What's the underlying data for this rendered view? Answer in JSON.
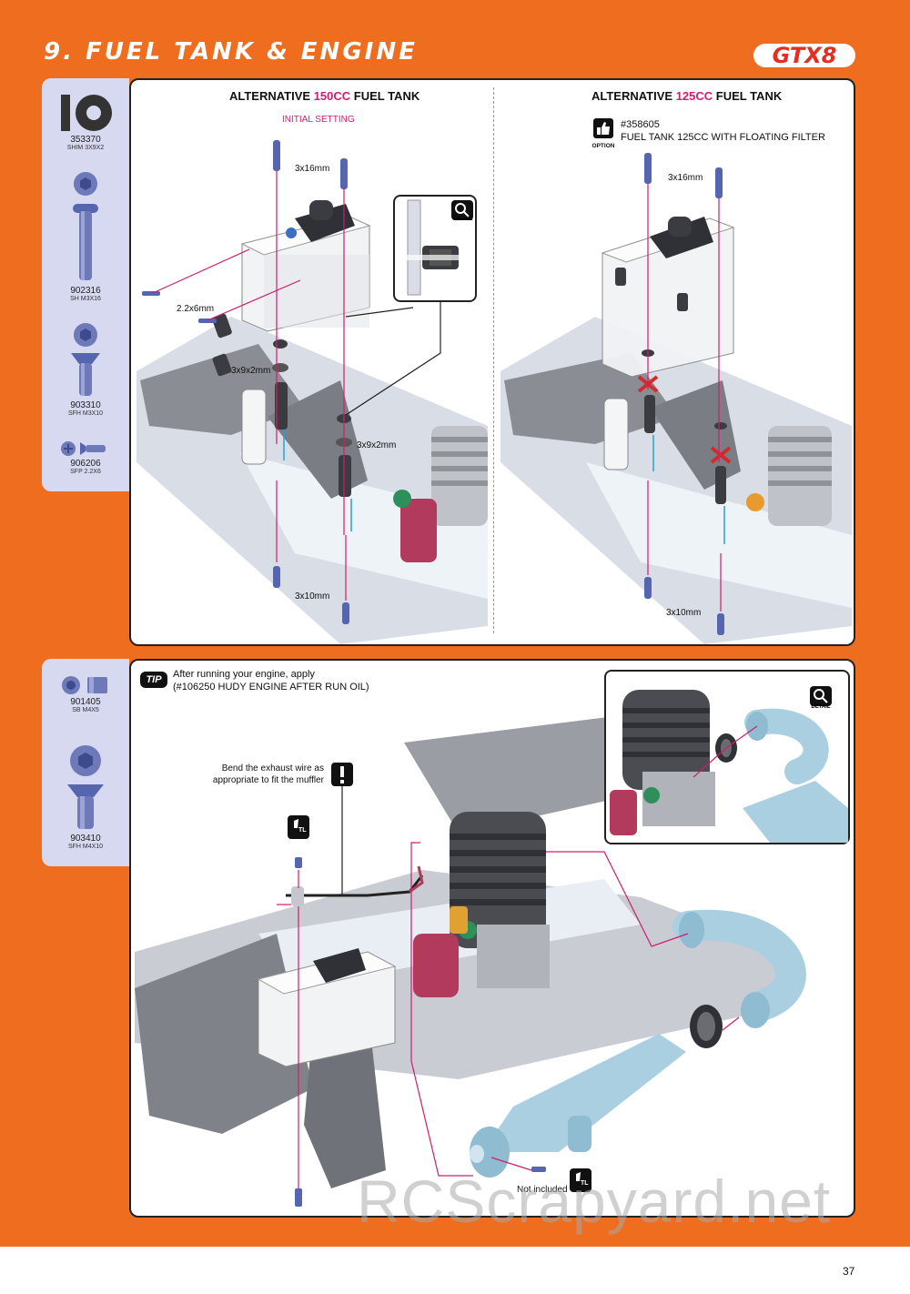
{
  "header": {
    "title": "9. FUEL TANK & ENGINE",
    "brand": "GTX8"
  },
  "parts_top": [
    {
      "code": "353370",
      "desc": "SHIM 3x9x2"
    },
    {
      "code": "902316",
      "desc": "SH M3x16"
    },
    {
      "code": "903310",
      "desc": "SFH M3x10"
    },
    {
      "code": "906206",
      "desc": "SFP 2.2x6"
    }
  ],
  "parts_bottom": [
    {
      "code": "901405",
      "desc": "SB M4x5"
    },
    {
      "code": "903410",
      "desc": "SFH M4x10"
    }
  ],
  "panel_top": {
    "left": {
      "heading_pre": "ALTERNATIVE ",
      "heading_hl": "150CC",
      "heading_post": " FUEL TANK",
      "subheading": "INITIAL SETTING",
      "label_screw_top": "3x16mm",
      "label_screw_side": "2.2x6mm",
      "label_shim_a": "3x9x2mm",
      "label_shim_b": "3x9x2mm",
      "label_screw_bottom": "3x10mm"
    },
    "right": {
      "heading_pre": "ALTERNATIVE ",
      "heading_hl": "125CC",
      "heading_post": " FUEL TANK",
      "option_label": "OPTION",
      "option_code": "#358605",
      "option_desc": "FUEL TANK 125CC WITH FLOATING FILTER",
      "label_screw_top": "3x16mm",
      "label_screw_bottom": "3x10mm"
    },
    "detail_label": "DETAIL"
  },
  "panel_bottom": {
    "tip_badge": "TIP",
    "tip_line1": "After running your engine, apply",
    "tip_line2": "(#106250 HUDY ENGINE AFTER RUN OIL)",
    "note_line1": "Bend the exhaust wire as",
    "note_line2": "appropriate to fit the muffler",
    "not_included": "Not included",
    "tl_label": "TL",
    "detail_label": "DETAIL"
  },
  "watermark": "RCScrapyard.net",
  "page_number": "37",
  "colors": {
    "orange": "#ee6d1f",
    "accent_magenta": "#cf1d6f",
    "parts_bg": "#d6d9f0",
    "screw_blue": "#5565b0",
    "pipe_blue": "#a9cfe0"
  }
}
